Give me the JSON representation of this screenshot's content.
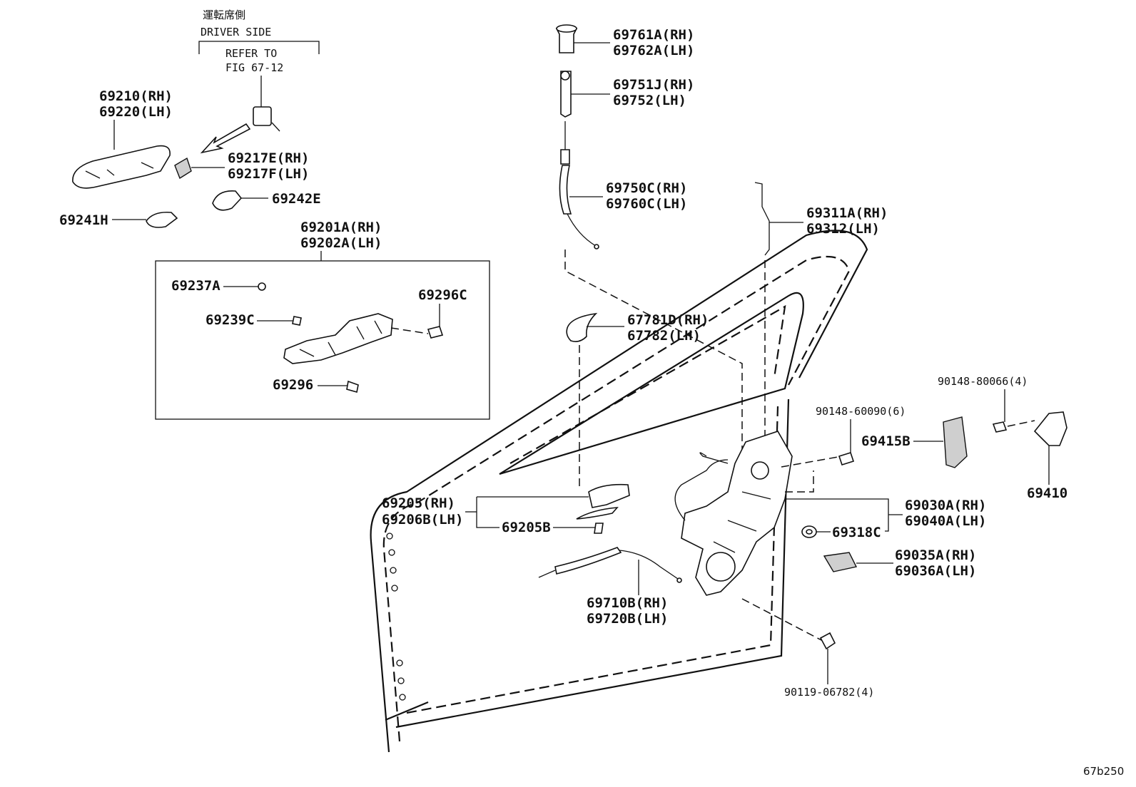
{
  "header": {
    "driver_side_jp": "運転席側",
    "driver_side_en": "DRIVER SIDE",
    "refer_line1": "REFER TO",
    "refer_line2": "FIG 67-12"
  },
  "labels": {
    "outside_handle_rh": "69210(RH)",
    "outside_handle_lh": "69220(LH)",
    "cover_rh": "69217E(RH)",
    "cover_lh": "69217F(LH)",
    "pad_69242e": "69242E",
    "pad_69241h": "69241H",
    "frame_assy_rh": "69201A(RH)",
    "frame_assy_lh": "69202A(LH)",
    "p69237a": "69237A",
    "p69296c": "69296C",
    "p69239c": "69239C",
    "p69296": "69296",
    "cyl_rh": "69761A(RH)",
    "cyl_lh": "69762A(LH)",
    "lever_rh": "69751J(RH)",
    "lever_lh": "69752(LH)",
    "cable_rh": "69750C(RH)",
    "cable_lh": "69760C(LH)",
    "rod_rh": "69311A(RH)",
    "rod_lh": "69312(LH)",
    "cover2_rh": "67781D(RH)",
    "cover2_lh": "67782(LH)",
    "screw_90148_80066": "90148-80066(4)",
    "screw_90148_60090": "90148-60090(6)",
    "p69415b": "69415B",
    "p69410": "69410",
    "inside_handle_rh": "69205(RH)",
    "inside_handle_lh": "69206B(LH)",
    "p69205b": "69205B",
    "lock_assy_rh": "69030A(RH)",
    "lock_assy_lh": "69040A(LH)",
    "p69318c": "69318C",
    "motor_rh": "69035A(RH)",
    "motor_lh": "69036A(LH)",
    "inner_cable_rh": "69710B(RH)",
    "inner_cable_lh": "69720B(LH)",
    "bolt_90119": "90119-06782(4)",
    "fig_code": "67b250"
  }
}
